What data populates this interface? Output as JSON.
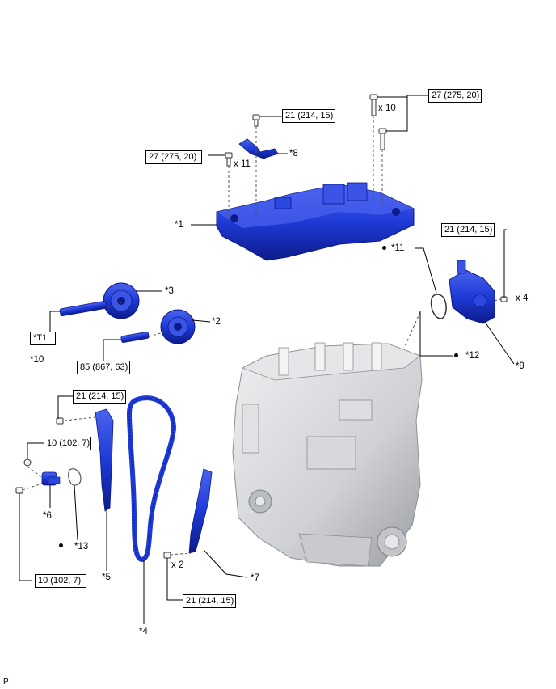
{
  "torque_boxes": {
    "t_tr": "27 (275, 20)",
    "t_top": "21 (214, 15)",
    "t_left": "27 (275, 20)",
    "t_pump": "21 (214, 15)",
    "t_cam": "85 (867, 63)",
    "t_guide": "21 (214, 15)",
    "t_tens1": "10 (102, 7)",
    "t_tens2": "10 (102, 7)",
    "t_bottom": "21 (214, 15)"
  },
  "tool_box": "*T1",
  "quantities": {
    "q_x10": "x 10",
    "q_x11": "x 11",
    "q_x4": "x 4",
    "q_x2": "x 2"
  },
  "callouts": {
    "c1": "*1",
    "c2": "*2",
    "c3": "*3",
    "c4": "*4",
    "c5": "*5",
    "c6": "*6",
    "c7": "*7",
    "c8": "*8",
    "c9": "*9",
    "c10": "*10",
    "c11": "*11",
    "c12": "*12",
    "c13": "*13"
  },
  "page_letter": "P",
  "colors": {
    "part_blue": "#1e3ad6",
    "part_blue_dark": "#0c1a8a",
    "part_blue_light": "#5b73f0",
    "engine_gray": "#cfd1d4",
    "engine_gray_dark": "#8b8e93",
    "leader": "#000000"
  }
}
